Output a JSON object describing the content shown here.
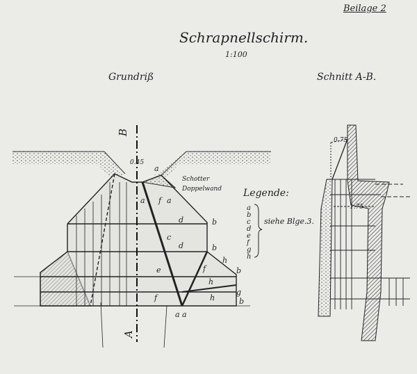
{
  "sheet_label": "Beilage 2",
  "title": "Schrapnellschirm.",
  "scale": "1:100",
  "views": {
    "plan": "Grundriß",
    "section": "Schnitt A-B."
  },
  "section_marks": {
    "top": "B",
    "bottom": "A"
  },
  "dimensions": {
    "plan_width": "0.45",
    "section_top": "0.75",
    "section_mid": "1.75"
  },
  "annotations": {
    "gravel": "Schotter",
    "double_wall": "Doppelwand"
  },
  "legend": {
    "title": "Legende:",
    "letters": [
      "a",
      "b",
      "c",
      "d",
      "e",
      "f",
      "g",
      "h"
    ],
    "reference": "siehe Blge.3."
  },
  "part_labels": {
    "a": "a",
    "b": "b",
    "c": "c",
    "d": "d",
    "e": "e",
    "f": "f",
    "g": "g",
    "h": "h"
  }
}
